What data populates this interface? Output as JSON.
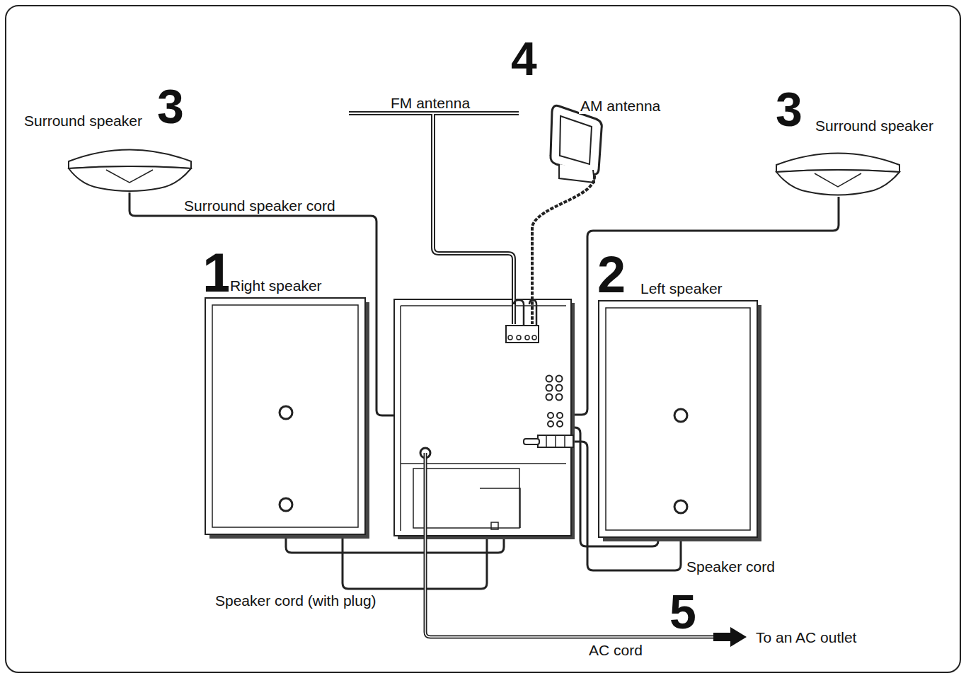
{
  "diagram": {
    "labels": [
      "4",
      "Surround speaker",
      "3",
      "FM antenna",
      "AM antenna",
      "3",
      "Surround speaker",
      "Surround speaker cord",
      "1",
      "Right speaker",
      "2",
      "Left speaker",
      "Speaker cord",
      "Speaker cord (with plug)",
      "5",
      "To an AC outlet",
      "AC cord"
    ]
  }
}
